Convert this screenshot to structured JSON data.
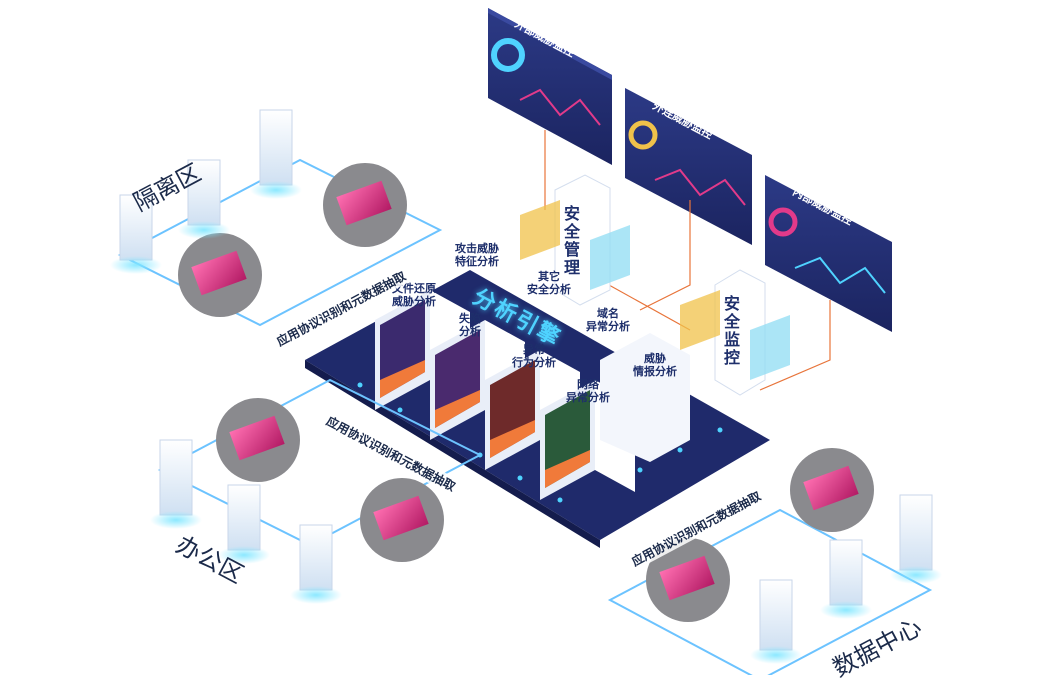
{
  "zones": {
    "isolation": "隔离区",
    "office": "办公区",
    "datacenter": "数据中心"
  },
  "dashboards": {
    "external_threat": "外部威胁监控",
    "outbound_threat": "外连威胁监控",
    "internal_threat": "内部威胁监控"
  },
  "towers": {
    "security_management": "安全管理",
    "security_monitoring": "安全监控"
  },
  "engine": {
    "title": "分析引擎",
    "modules": {
      "file_restore": "文件还原\n威胁分析",
      "attack_threat": "攻击威胁\n特征分析",
      "other_security": "其它\n安全分析",
      "lost_host": "失陷\n分析",
      "abnormal_behavior": "异常\n行为分析",
      "domain_abnormal": "域名\n异常分析",
      "threat_intel": "威胁\n情报分析",
      "network_abnormal": "网络\n异常分析"
    }
  },
  "bands": {
    "isolation": "应用协议识别和元数据抽取",
    "office": "应用协议识别和元数据抽取",
    "datacenter": "应用协议识别和元数据抽取"
  },
  "colors": {
    "navy": "#1e2a66",
    "cyan": "#4fd3ff",
    "magenta": "#e23a8a",
    "orange": "#e8743a"
  }
}
